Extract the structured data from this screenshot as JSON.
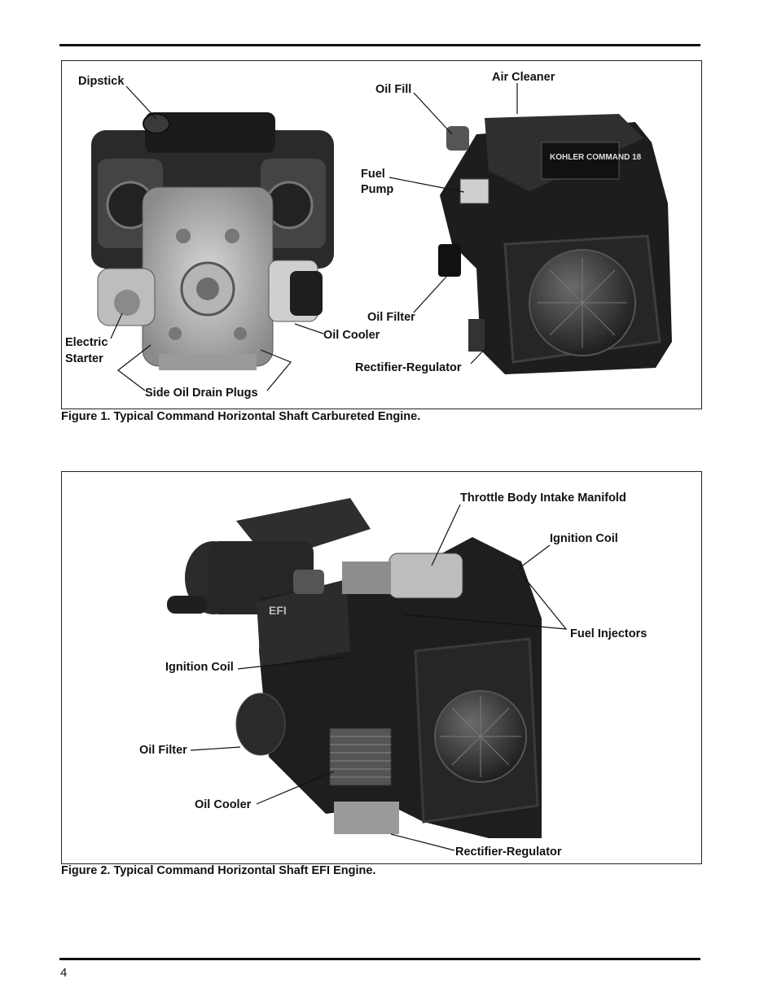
{
  "figure1": {
    "caption": "Figure 1. Typical Command Horizontal Shaft Carbureted Engine.",
    "labels": {
      "dipstick": "Dipstick",
      "oil_fill": "Oil Fill",
      "air_cleaner": "Air Cleaner",
      "fuel_pump_1": "Fuel",
      "fuel_pump_2": "Pump",
      "oil_filter": "Oil Filter",
      "oil_cooler": "Oil Cooler",
      "rectifier_regulator": "Rectifier-Regulator",
      "electric_starter_1": "Electric",
      "electric_starter_2": "Starter",
      "side_oil_drain_plugs": "Side Oil Drain Plugs"
    },
    "badge_text": "KOHLER COMMAND 18"
  },
  "figure2": {
    "caption": "Figure 2. Typical Command Horizontal Shaft EFI Engine.",
    "labels": {
      "throttle_body": "Throttle Body Intake Manifold",
      "ignition_coil_right": "Ignition Coil",
      "fuel_injectors": "Fuel Injectors",
      "ignition_coil_left": "Ignition Coil",
      "oil_filter": "Oil Filter",
      "oil_cooler": "Oil Cooler",
      "rectifier_regulator": "Rectifier-Regulator"
    },
    "badge_text": "EFI"
  },
  "page": {
    "number": "4"
  }
}
